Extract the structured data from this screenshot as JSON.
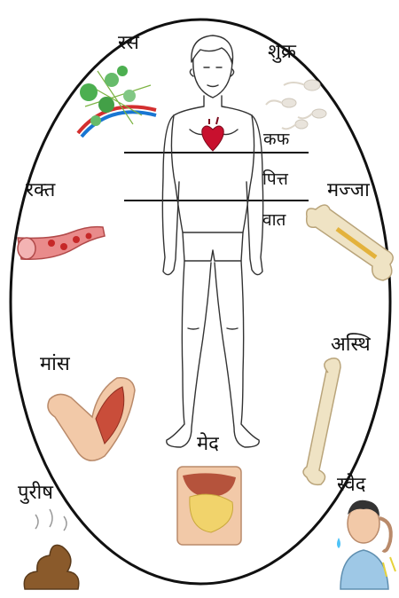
{
  "labels": {
    "ras": "रस",
    "shukra": "शुक्र",
    "rakt": "रक्त",
    "majja": "मज्जा",
    "maans": "मांस",
    "asthi": "अस्थि",
    "med": "मेद",
    "pureesh": "पुरीष",
    "sved": "स्वेद"
  },
  "doshas": {
    "kapha": "कफ",
    "pitta": "पित्त",
    "vata": "वात"
  },
  "colors": {
    "outline": "#111111",
    "heart": "#c8102e",
    "blood_vessel": "#d96a6a",
    "bone": "#efe3c4",
    "muscle": "#c94d3a",
    "skin": "#f2c9a8",
    "feces": "#8a5a2b",
    "shirt": "#9ec8e6",
    "ras_green": "#4caf50",
    "fat_yellow": "#f1d36b"
  },
  "icons": [
    "capillary-network-icon",
    "sperm-icon",
    "blood-vessel-icon",
    "bone-marrow-icon",
    "muscle-arm-icon",
    "femur-bone-icon",
    "abdomen-fat-icon",
    "feces-icon",
    "sweating-person-icon"
  ]
}
